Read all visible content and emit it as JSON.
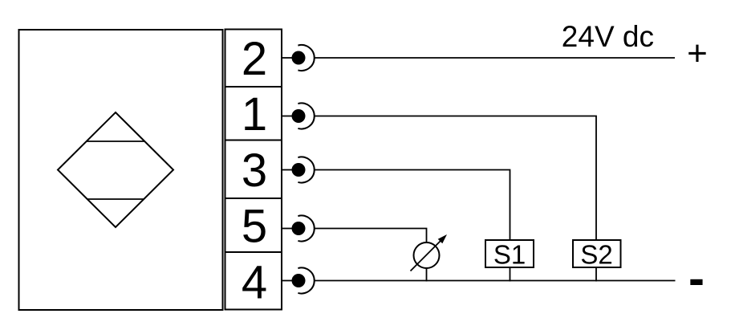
{
  "diagram": {
    "kind": "electrical-wiring-diagram",
    "colors": {
      "line": "#000000",
      "background": "#ffffff"
    },
    "device": {
      "terminals": [
        {
          "number": "2"
        },
        {
          "number": "1"
        },
        {
          "number": "3"
        },
        {
          "number": "5"
        },
        {
          "number": "4"
        }
      ]
    },
    "power": {
      "supply_label": "24V dc",
      "positive_label": "+",
      "negative_label": "-"
    },
    "switches": [
      {
        "label": "S1"
      },
      {
        "label": "S2"
      }
    ],
    "icons": {
      "sensor_symbol": "diamond-sensor-icon",
      "terminal_connector": "plug-socket-connector-icon",
      "indicator": "analog-meter-arrow-icon"
    },
    "connections": [
      "terminal 2 to +24V dc supply line",
      "terminal 1 to switch S2 to negative rail",
      "terminal 3 to switch S1 to negative rail",
      "terminal 5 to analog meter to negative rail",
      "terminal 4 to negative rail"
    ]
  }
}
